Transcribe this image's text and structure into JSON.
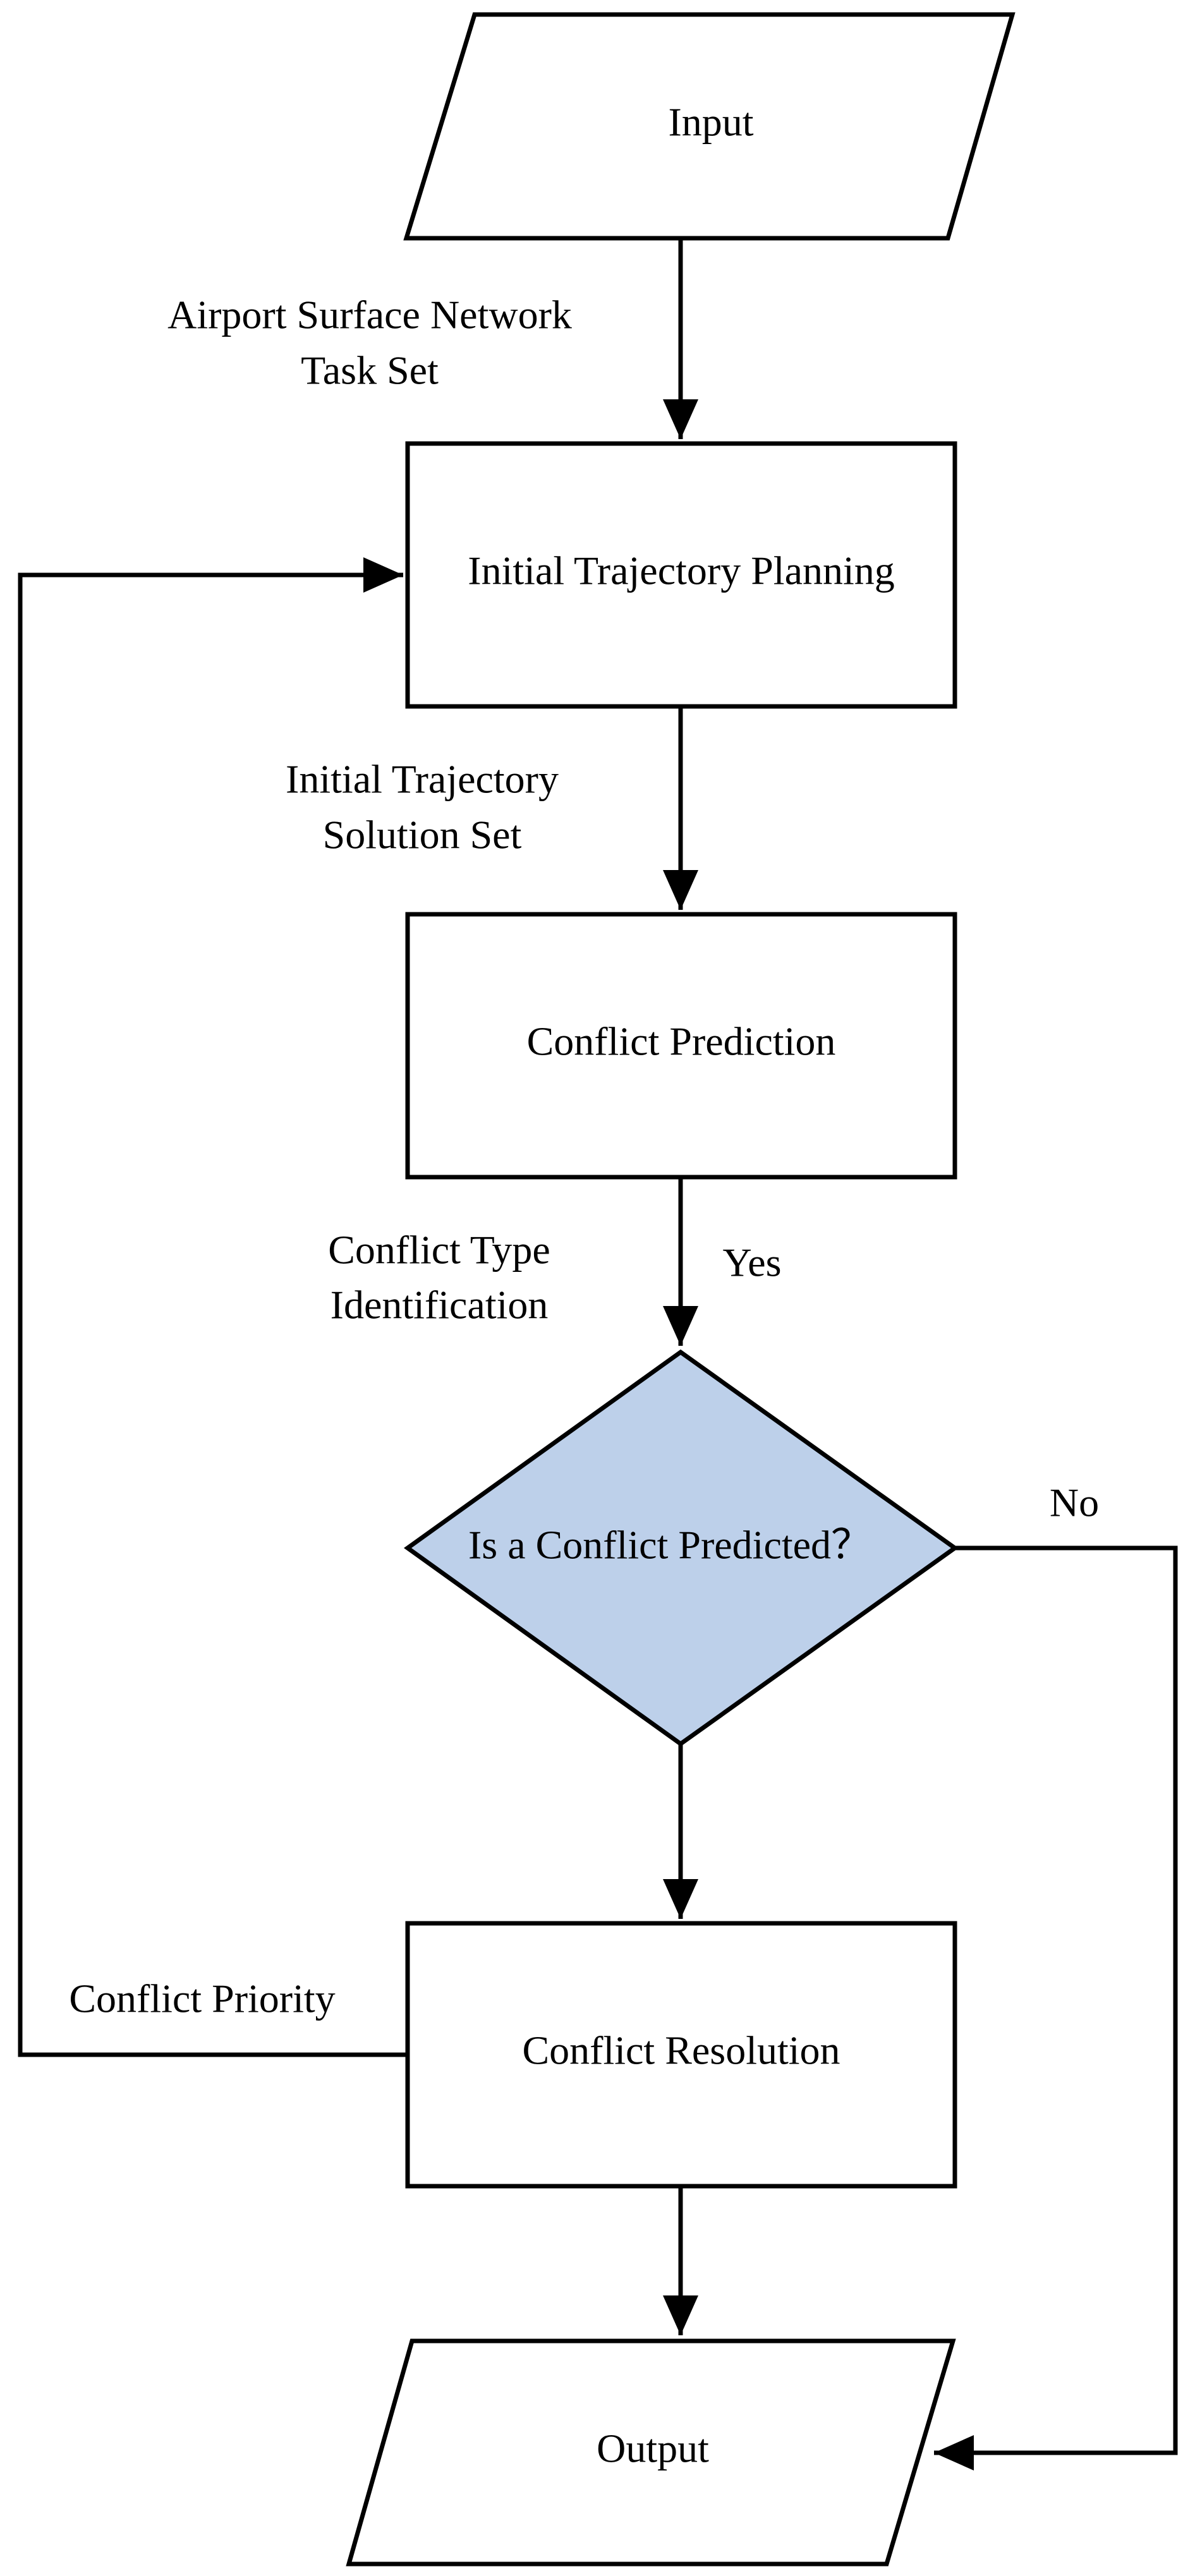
{
  "nodes": {
    "input": "Input",
    "initial_planning": "Initial Trajectory Planning",
    "conflict_prediction": "Conflict Prediction",
    "decision": "Is a Conflict Predicted？",
    "conflict_resolution": "Conflict Resolution",
    "output": "Output"
  },
  "edge_labels": {
    "airport_line1": "Airport Surface Network",
    "airport_line2": "Task Set",
    "initial_solution_line1": "Initial Trajectory",
    "initial_solution_line2": "Solution Set",
    "conflict_type_line1": "Conflict Type",
    "conflict_type_line2": "Identification",
    "yes": "Yes",
    "no": "No",
    "conflict_priority": "Conflict Priority"
  },
  "colors": {
    "decision_fill": "#bdd0ea",
    "stroke": "#000000"
  }
}
